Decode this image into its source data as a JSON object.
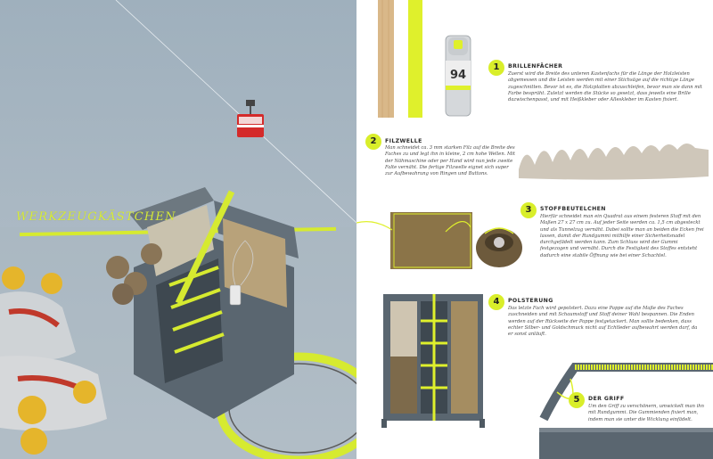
{
  "feature": {
    "title": "WERKZEUGKÄSTCHEN"
  },
  "spray_can": {
    "label": "94"
  },
  "steps": [
    {
      "number": "1",
      "title": "BRILLENFÄCHER",
      "body": "Zuerst wird die Breite des unteren Kastenfachs für die Länge der Holzleisten abgemessen und die Leisten werden mit einer Stichsäge auf die richtige Länge zugeschnitten. Bevor ist es, die Holzplatten abzuschleifen, bevor man sie dann mit Farbe besprüht. Zuletzt werden die Stücke so gesetzt, dass jeweils eine Brille dazwischenpasst, und mit Heißkleber oder Alleskleber im Kasten fixiert."
    },
    {
      "number": "2",
      "title": "FILZWELLE",
      "body": "Man schneidet ca. 3 mm starken Filz auf die Breite des Faches zu und legt ihn in kleine, 2 cm hohe Wellen. Mit der Nähmaschine oder per Hand wird nun jede zweite Falte vernäht. Die fertige Filzwelle eignet sich super zur Aufbewahrung von Ringen und Buttons."
    },
    {
      "number": "3",
      "title": "STOFFBEUTELCHEN",
      "body": "Hierfür schneidet man ein Quadrat aus einem festeren Stoff mit den Maßen 27 x 27 cm zu. Auf jeder Seite werden ca. 1,5 cm abgesteckt und als Tunnelzug vernäht. Dabei sollte man an beiden die Ecken frei lassen, damit der Rundgummi mithilfe einer Sicherheitsnadel durchgefädelt werden kann. Zum Schluss wird der Gummi festgezogen und vernäht. Durch die Festigkeit des Stoffes entsteht dadurch eine stabile Öffnung wie bei einer Schachtel."
    },
    {
      "number": "4",
      "title": "POLSTERUNG",
      "body": "Das letzte Fach wird gepolstert. Dazu eine Pappe auf die Maße des Faches zuschneiden und mit Schaumstoff und Stoff deiner Wahl bespannen. Die Enden werden auf der Rückseite der Pappe festgetackert. Man sollte bedenken, dass echter Silber- und Goldschmuck nicht auf Echtleder aufbewahrt werden darf, da er sonst anläuft."
    },
    {
      "number": "5",
      "title": "DER GRIFF",
      "body": "Um den Griff zu verschönern, umwickelt man ihn mit Rundgummi. Die Gummienden fixiert man, indem man sie unter die Wicklung einfädelt."
    }
  ]
}
